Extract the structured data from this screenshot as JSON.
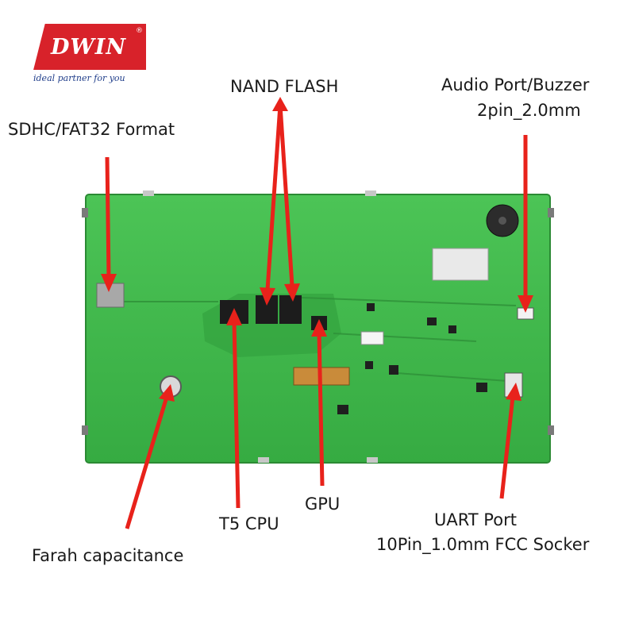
{
  "logo": {
    "brand": "DWIN",
    "registered": "®",
    "tagline": "ideal partner for you"
  },
  "labels": {
    "sdhc": "SDHC/FAT32 Format",
    "nand": "NAND FLASH",
    "audio_line1": "Audio Port/Buzzer",
    "audio_line2": "2pin_2.0mm",
    "t5cpu": "T5 CPU",
    "gpu": "GPU",
    "uart_line1": "UART Port",
    "uart_line2": "10Pin_1.0mm FCC Socker",
    "farah": "Farah capacitance"
  },
  "colors": {
    "board": "#3fb84a",
    "board_dark": "#2f9a3a",
    "arrow": "#e8221b",
    "chip": "#1c1c1c",
    "brand_red": "#d8222a",
    "brand_blue": "#1f3d8a"
  }
}
